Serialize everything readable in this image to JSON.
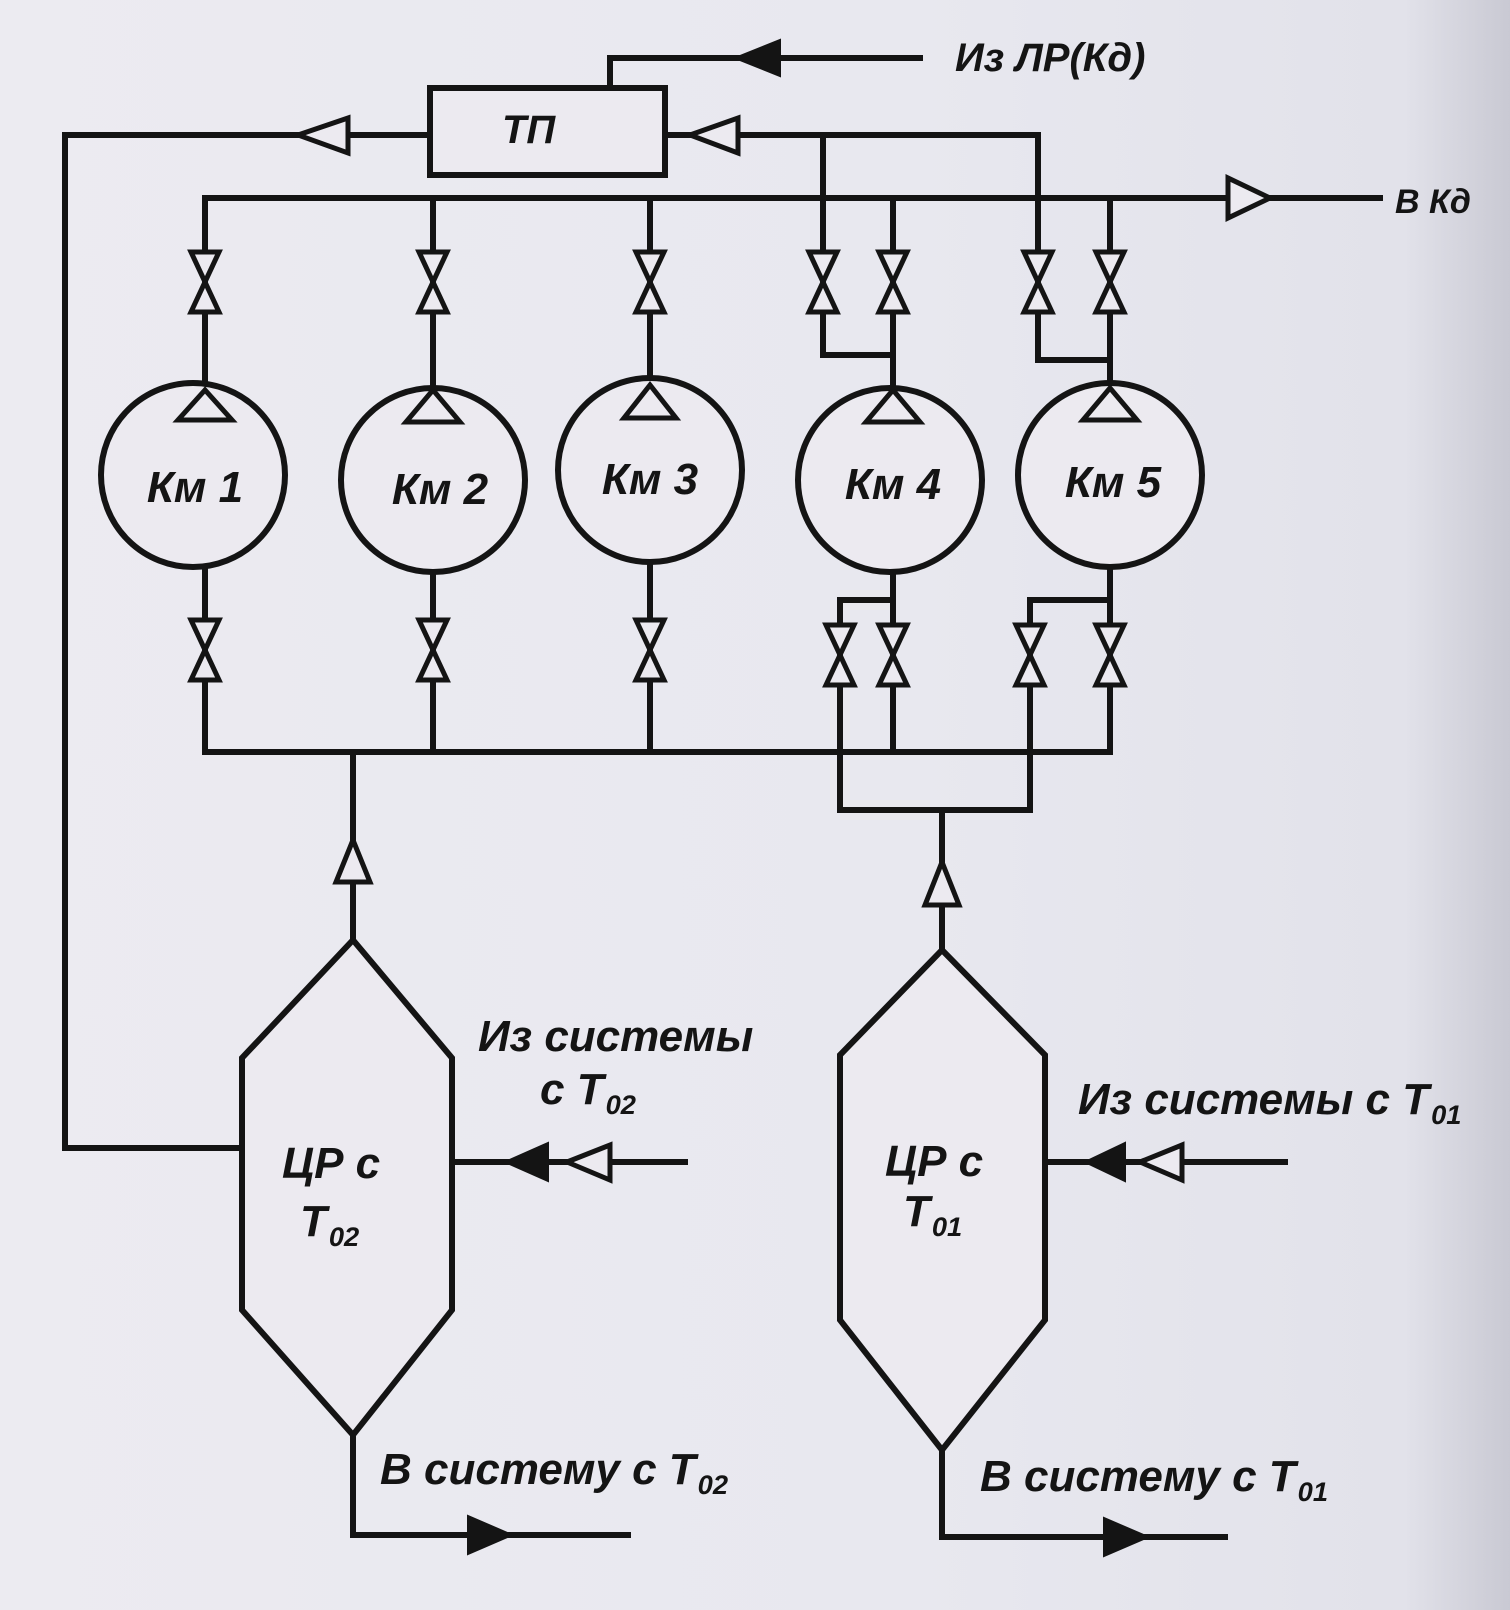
{
  "diagram": {
    "type": "process-flow-schematic",
    "subject": "Compressor station with intermediate vessels (ЦР) and heat exchanger (ТП)",
    "colors": {
      "ink": "#141414",
      "paper": "#ecebf1"
    },
    "equipment": {
      "heat_exchanger": {
        "label": "ТП"
      },
      "compressors": [
        {
          "id": "km1",
          "label": "Км 1"
        },
        {
          "id": "km2",
          "label": "Км 2"
        },
        {
          "id": "km3",
          "label": "Км 3"
        },
        {
          "id": "km4",
          "label": "Км 4"
        },
        {
          "id": "km5",
          "label": "Км 5"
        }
      ],
      "vessel_t02": {
        "line1": "ЦР с",
        "line2": "T",
        "sub": "02"
      },
      "vessel_t01": {
        "line1": "ЦР с",
        "line2": "T",
        "sub": "01"
      }
    },
    "streams": {
      "from_lr": "Из ЛР(Кд)",
      "to_kd": "В Кд",
      "from_system_t02_line1": "Из системы",
      "from_system_t02_line2": "с T",
      "from_system_t02_sub": "02",
      "from_system_t01": "Из системы с T",
      "from_system_t01_sub": "01",
      "to_system_t02": "В систему с T",
      "to_system_t02_sub": "02",
      "to_system_t01": "В систему с T",
      "to_system_t01_sub": "01"
    },
    "symbols": {
      "valve": "valve-icon (double triangle, bow-tie)",
      "arrow_open": "flow-direction hollow triangle",
      "arrow_filled": "flow-direction filled triangle",
      "compressor": "circle with triangle"
    }
  }
}
